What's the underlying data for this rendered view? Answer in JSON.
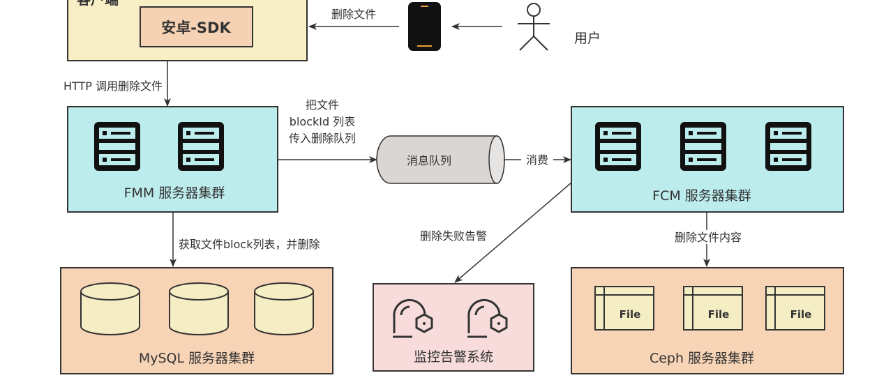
{
  "client": {
    "title": "客户端",
    "sdk": "安卓-SDK"
  },
  "user": {
    "label": "用户"
  },
  "edges": {
    "phone_to_client": "删除文件",
    "http": "HTTP 调用删除文件",
    "to_queue": [
      "把文件",
      "blockId 列表",
      "传入删除队列"
    ],
    "consume": "消费",
    "fmm_to_mysql": "获取文件block列表，并删除",
    "alert": "删除失败告警",
    "fcm_to_ceph": "删除文件内容"
  },
  "nodes": {
    "fmm": "FMM 服务器集群",
    "queue": "消息队列",
    "fcm": "FCM 服务器集群",
    "mysql": "MySQL 服务器集群",
    "monitor": "监控告警系统",
    "ceph": "Ceph 服务器集群",
    "file_label": "File"
  },
  "colors": {
    "client": "#f8efc6",
    "sdk": "#f6d2b4",
    "server": "#bdeced",
    "storage": "#f8d4b6",
    "monitor": "#f8dcdc",
    "file": "#f5edc4",
    "queue": "#d9d6d4"
  }
}
